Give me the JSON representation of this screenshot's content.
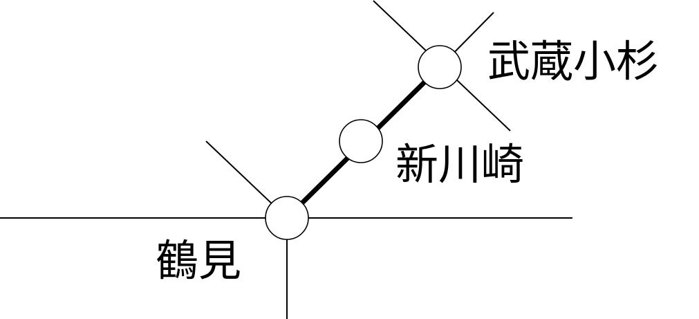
{
  "stations": [
    {
      "id": "musashi-kosugi",
      "name": "武蔵小杉"
    },
    {
      "id": "shin-kawasaki",
      "name": "新川崎"
    },
    {
      "id": "tsurumi",
      "name": "鶴見"
    }
  ],
  "colors": {
    "background": "#ffffff",
    "line": "#000000",
    "station_fill": "#ffffff"
  }
}
